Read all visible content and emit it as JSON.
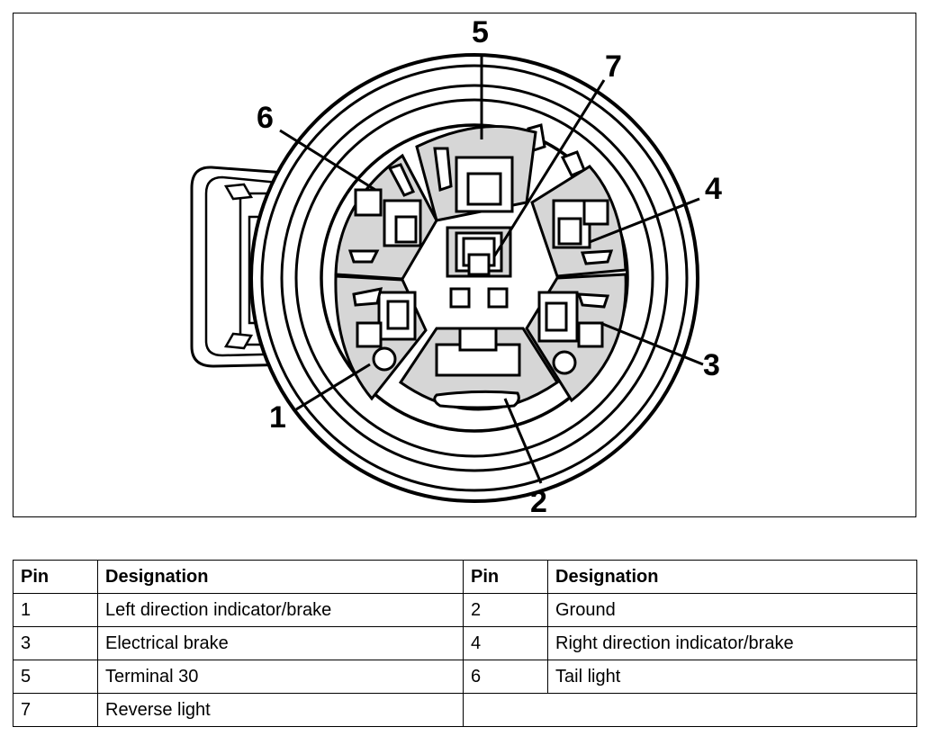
{
  "diagram": {
    "callouts": [
      "1",
      "2",
      "3",
      "4",
      "5",
      "6",
      "7"
    ]
  },
  "table": {
    "headers": [
      "Pin",
      "Designation",
      "Pin",
      "Designation"
    ],
    "rows": [
      [
        "1",
        "Left direction indicator/brake",
        "2",
        "Ground"
      ],
      [
        "3",
        "Electrical brake",
        "4",
        "Right direction indicator/brake"
      ],
      [
        "5",
        "Terminal 30",
        "6",
        "Tail light"
      ],
      [
        "7",
        "Reverse light",
        "",
        ""
      ]
    ]
  },
  "colors": {
    "line": "#000000",
    "pin_fill": "#d6d6d6",
    "background": "#ffffff"
  }
}
